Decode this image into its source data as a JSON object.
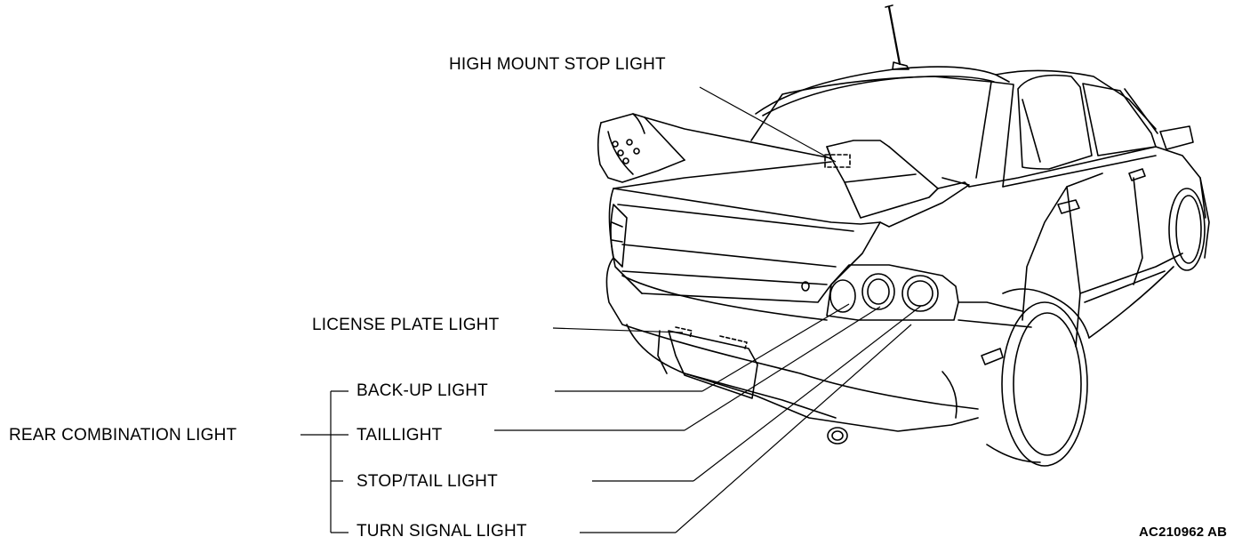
{
  "labels": {
    "high_mount_stop_light": "HIGH MOUNT STOP LIGHT",
    "license_plate_light": "LICENSE PLATE LIGHT",
    "rear_combination_light": "REAR COMBINATION LIGHT",
    "back_up_light": "BACK-UP LIGHT",
    "taillight": "TAILLIGHT",
    "stop_tail_light": "STOP/TAIL LIGHT",
    "turn_signal_light": "TURN SIGNAL LIGHT"
  },
  "figure_code": "AC210962 AB"
}
